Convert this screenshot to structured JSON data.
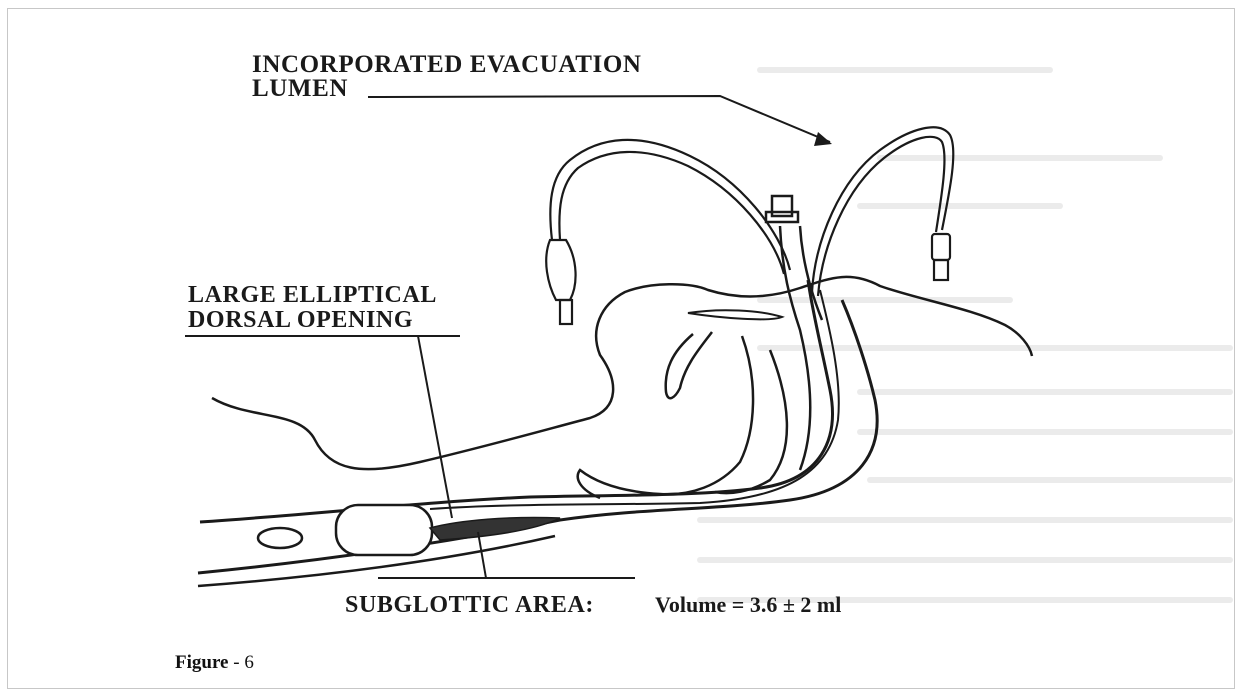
{
  "figure": {
    "labels": {
      "evacuation_lumen_line1": "INCORPORATED EVACUATION",
      "evacuation_lumen_line2": "LUMEN",
      "dorsal_opening_line1": "LARGE ELLIPTICAL",
      "dorsal_opening_line2": "DORSAL OPENING",
      "subglottic_area": "SUBGLOTTIC AREA:",
      "volume": "Volume = 3.6 ± 2 ml"
    },
    "caption": {
      "label": "Figure",
      "separator": " - ",
      "number": "6"
    }
  },
  "colors": {
    "ink": "#1a1a1a",
    "faint_text": "#d9d9d9",
    "border": "#c7c7c7"
  }
}
